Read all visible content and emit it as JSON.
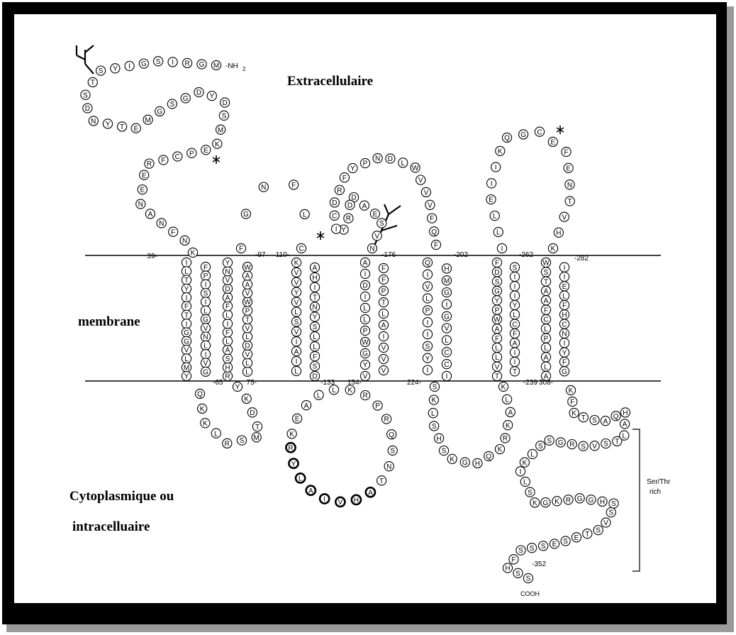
{
  "labels": {
    "extracellular": "Extracellulaire",
    "membrane": "membrane",
    "cytoplasm_line1": "Cytoplasmique ou",
    "cytoplasm_line2": "intracelluaire",
    "n_terminus": "-NH",
    "n_terminus_sub": "2",
    "c_terminus": "COOH",
    "ser_thr_line1": "Ser/Thr",
    "ser_thr_line2": "rich"
  },
  "residue_numbers": [
    "39-",
    "-97",
    "110-",
    "-176",
    "-202",
    "-262",
    "-282",
    "-65",
    "75-",
    "-133",
    "154-",
    "224-",
    "-239",
    "308-",
    "-352"
  ],
  "segments": {
    "n_term": "MGRISGIYSTSDNYTEMGSGDYDSMKEPCFREENANFNK",
    "tm1": "IFLPTIYSIIFLTGIVGNGLVILVMGY",
    "icl1": "QKKLRSMTDKY",
    "tm2": "RLHLSVADLLFVITLPFWAVDAVANWY",
    "ecl1": "FGNFLC",
    "tm3": "KAVHVIYTVNLYSSVLILAFISLD",
    "icl2": "RYLAIVHATNSQRPRKLLAEK",
    "tm4": "VVYVGVWIPALLLTIPDFIFA",
    "ecl2": "NVSEADDRYICDRFYPNDLWVVVFQF",
    "tm5": "QHIMVGLIPGIVILSCYCII",
    "icl3": "SKLSHSKGHQKRKALK",
    "tm6": "TTVILILAFFACWLPYYIGISIDSF",
    "ecl3": "ILLEIIKQGCEFENTVHK",
    "tm7": "WISITEALAFFHCCLNPILYAFLGA",
    "c_term": "KFKTSAQHALTSVSRGSSLKILSKGKRGGHSSVSTESESSSFHSS"
  }
}
